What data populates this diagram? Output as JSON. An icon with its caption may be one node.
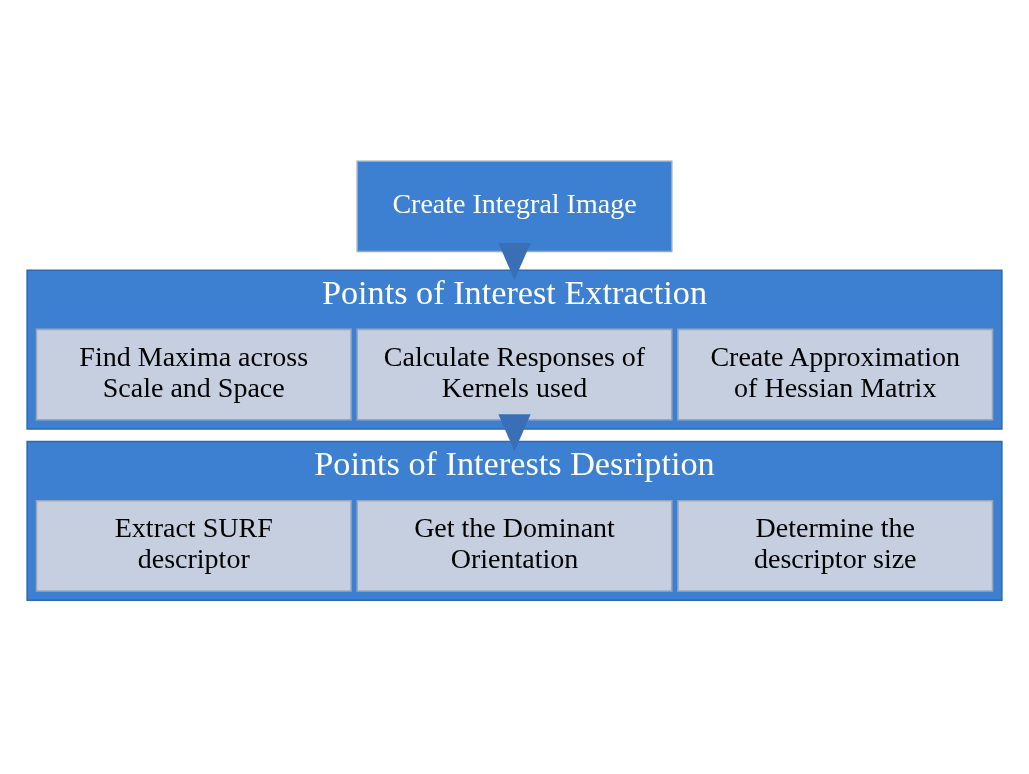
{
  "diagram": {
    "nodes": [
      {
        "text": [
          "Create Integral Image"
        ]
      },
      {
        "text": [
          "Points of Interest Extraction"
        ]
      },
      {
        "text": [
          "Create Approximation of Hessian Matrix"
        ],
        "in": 1
      },
      {
        "text": [
          "Calculate Responses of Kernels used"
        ],
        "in": 1
      },
      {
        "text": [
          "Find Maxima across Scale and Space"
        ],
        "in": 1
      },
      {
        "text": [
          "Points of Interests Desription"
        ]
      },
      {
        "text": [
          "Determine the descriptor size"
        ],
        "in": 5
      },
      {
        "text": [
          "Get the Dominant Orientation"
        ],
        "in": 5
      },
      {
        "text": [
          "Extract SURF descriptor"
        ],
        "in": 5
      }
    ],
    "edges": [
      {
        "from": 0,
        "to": 1,
        "arrow": "to"
      },
      {
        "from": 1,
        "to": 5,
        "arrow": "to"
      }
    ]
  }
}
